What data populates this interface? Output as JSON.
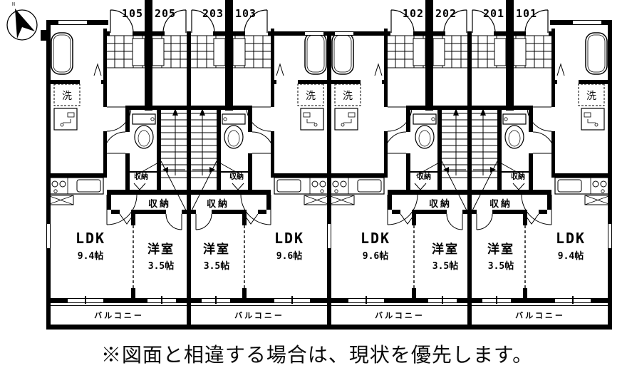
{
  "compass": {
    "direction_label": "N"
  },
  "units": [
    {
      "unit_no_left": "105",
      "unit_no_right": "205",
      "ldk_label": "LDK",
      "ldk_size": "9.4帖",
      "western_room_label": "洋室",
      "western_room_size": "3.5帖",
      "hall_closet_label": "収納",
      "main_closet_label": "収納",
      "laundry_label": "洗",
      "balcony_label": "バルコニー"
    },
    {
      "unit_no_left": "203",
      "unit_no_right": "103",
      "ldk_label": "LDK",
      "ldk_size": "9.6帖",
      "western_room_label": "洋室",
      "western_room_size": "3.5帖",
      "hall_closet_label": "収納",
      "main_closet_label": "収納",
      "laundry_label": "洗",
      "balcony_label": "バルコニー"
    },
    {
      "unit_no_left": "102",
      "unit_no_right": "202",
      "ldk_label": "LDK",
      "ldk_size": "9.6帖",
      "western_room_label": "洋室",
      "western_room_size": "3.5帖",
      "hall_closet_label": "収納",
      "main_closet_label": "収納",
      "laundry_label": "洗",
      "balcony_label": "バルコニー"
    },
    {
      "unit_no_left": "201",
      "unit_no_right": "101",
      "ldk_label": "LDK",
      "ldk_size": "9.4帖",
      "western_room_label": "洋室",
      "western_room_size": "3.5帖",
      "hall_closet_label": "収納",
      "main_closet_label": "収納",
      "laundry_label": "洗",
      "balcony_label": "バルコニー"
    }
  ],
  "note_text": "※図面と相違する場合は、現状を優先します。"
}
